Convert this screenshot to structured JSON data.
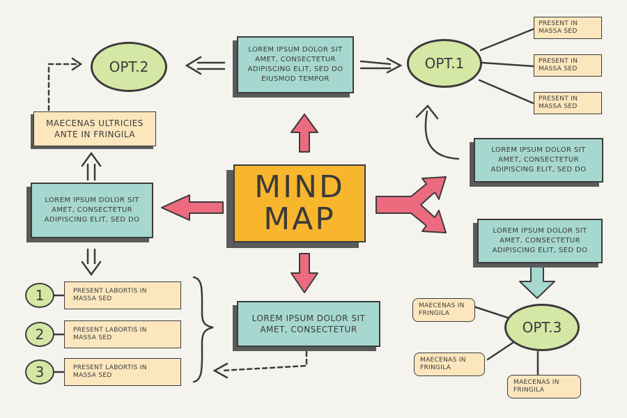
{
  "center": {
    "line1": "MIND",
    "line2": "MAP"
  },
  "top_box": {
    "text": "LOREM IPSUM DOLOR SIT AMET, CONSECTETUR ADIPISCING ELIT, SED DO EIUSMOD TEMPOR"
  },
  "left_box": {
    "text": "LOREM IPSUM DOLOR SIT AMET, CONSECTETUR ADIPISCING ELIT, SED DO"
  },
  "left_note": {
    "text": "MAECENAS ULTRICIES ANTE IN FRINGILA"
  },
  "bottom_box": {
    "text": "LOREM IPSUM DOLOR SIT AMET, CONSECTETUR"
  },
  "right_box_upper": {
    "text": "LOREM IPSUM DOLOR SIT AMET, CONSECTETUR ADIPISCING ELIT, SED DO"
  },
  "right_box_lower": {
    "text": "LOREM IPSUM DOLOR SIT AMET, CONSECTETUR ADIPISCING ELIT, SED DO"
  },
  "opt1": {
    "label": "OPT.1",
    "leaves": [
      "PRESENT IN MASSA SED",
      "PRESENT IN MASSA SED",
      "PRESENT IN MASSA SED"
    ]
  },
  "opt2": {
    "label": "OPT.2"
  },
  "opt3": {
    "label": "OPT.3",
    "leaves": [
      "MAECENAS IN FRINGILA",
      "MAECENAS IN FRINGILA",
      "MAECENAS IN FRINGILA"
    ]
  },
  "numbered_list": [
    {
      "number": "1",
      "text": "PRESENT LABORTIS IN MASSA SED"
    },
    {
      "number": "2",
      "text": "PRESENT LABORTIS IN MASSA SED"
    },
    {
      "number": "3",
      "text": "PRESENT LABORTIS IN MASSA SED"
    }
  ],
  "colors": {
    "background": "#f4f3ee",
    "teal_box": "#a6d8d0",
    "cream_box": "#fbe6bd",
    "center_box": "#f8b62d",
    "oval": "#d5e7a4",
    "arrow_pink": "#ec6b7f",
    "ink": "#3b3b3b"
  }
}
